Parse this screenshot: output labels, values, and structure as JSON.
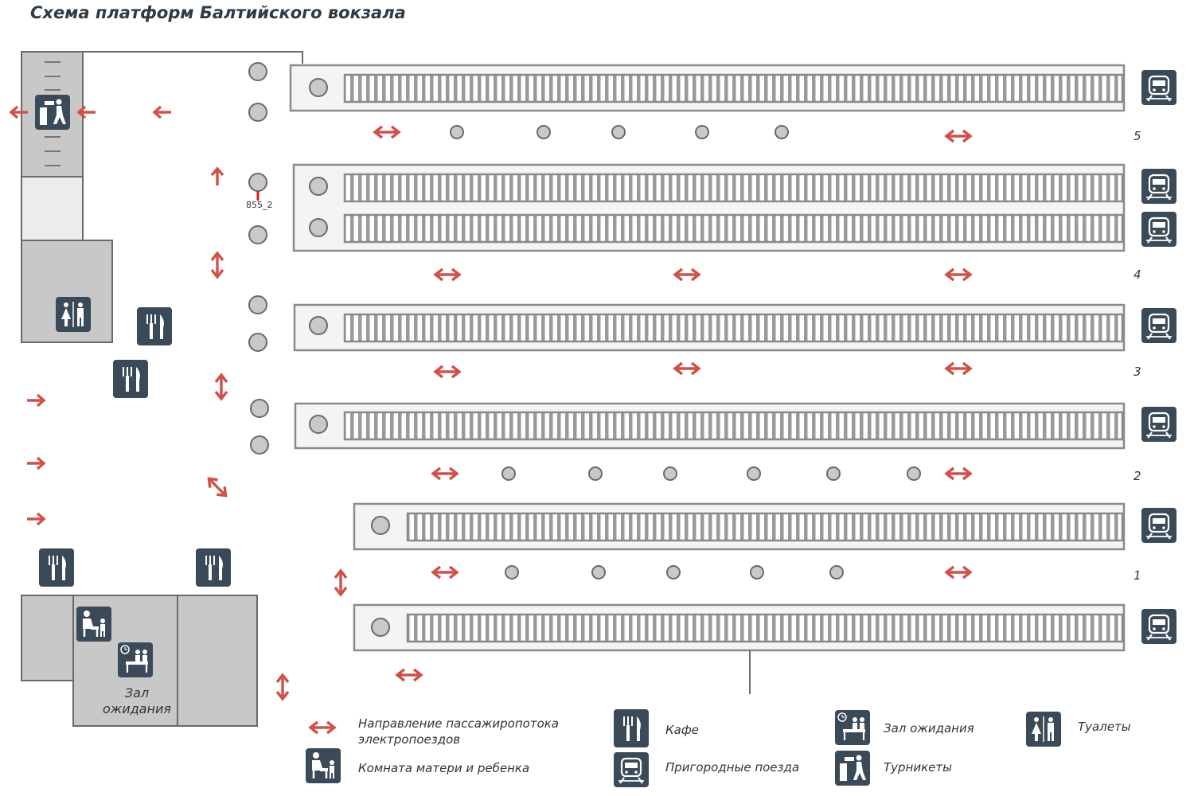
{
  "title": "Схема платформ Балтийского вокзала",
  "platform_numbers": [
    "5",
    "4",
    "3",
    "2",
    "1"
  ],
  "marker_label": "855_2",
  "waiting_hall_label_line1": "Зал",
  "waiting_hall_label_line2": "ожидания",
  "legend": {
    "flow_line1": "Направление пассажиропотока",
    "flow_line2": "электропоездов",
    "mother_child": "Комната матери и ребенка",
    "cafe": "Кафе",
    "suburban": "Пригородные поезда",
    "waiting": "Зал ожидания",
    "turnstiles": "Турникеты",
    "toilets": "Туалеты"
  },
  "colors": {
    "arrow_red": "#d0504a",
    "icon_dark": "#3a4a58",
    "building_gray": "#c8c8c8",
    "platform_fill": "#f4f4f4",
    "platform_stroke": "#8a8a8a",
    "track_tie": "#9a9a9a"
  },
  "icons": [
    "train-icon",
    "cafe-icon",
    "toilets-icon",
    "waiting-hall-icon",
    "turnstile-icon",
    "mother-child-icon",
    "double-arrow-icon"
  ]
}
